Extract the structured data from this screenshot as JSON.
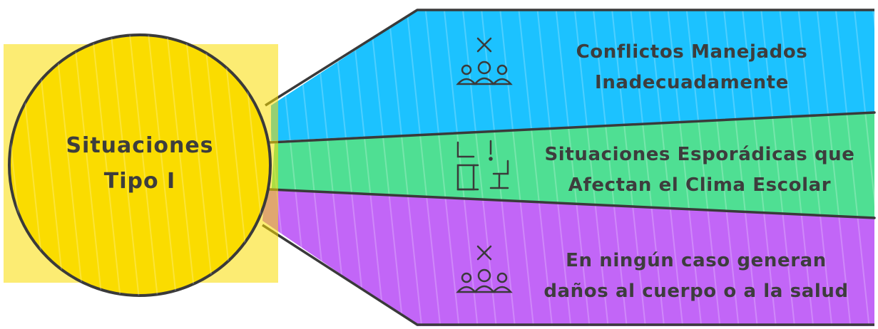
{
  "center": {
    "line1": "Situaciones",
    "line2": "Tipo I",
    "color": "#fadc00"
  },
  "branches": [
    {
      "line1": "Conflictos Manejados",
      "line2": "Inadecuadamente",
      "color": "#1cc2ff",
      "icon": "conflict-people-icon"
    },
    {
      "line1": "Situaciones Esporádicas que",
      "line2": "Afectan el Clima Escolar",
      "color": "#4fdf93",
      "icon": "classroom-desks-icon"
    },
    {
      "line1": "En ningún caso generan",
      "line2": "daños al cuerpo o a la salud",
      "color": "#c266f7",
      "icon": "conflict-people-icon"
    }
  ],
  "colors": {
    "outline": "#3a3a3a",
    "text": "#3d3d3d"
  }
}
